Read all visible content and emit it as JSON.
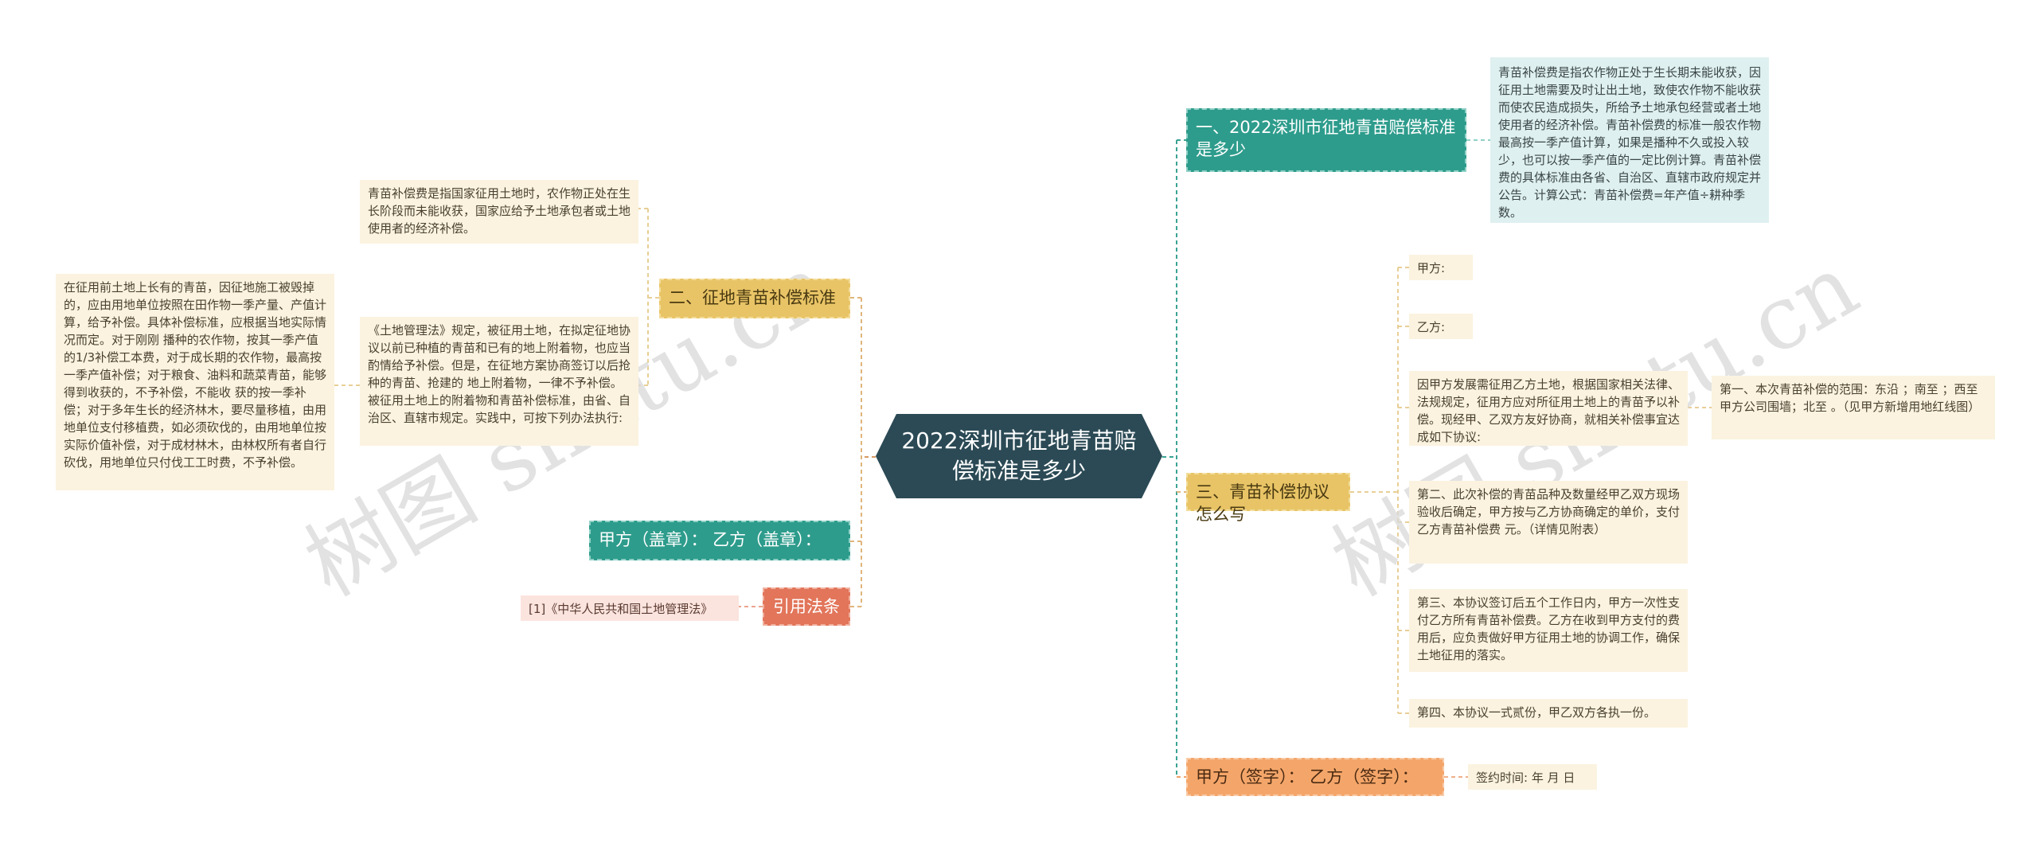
{
  "root": {
    "title": "2022深圳市征地青苗赔偿标准是多少"
  },
  "watermark": {
    "left": "树图 shutu.cn",
    "right": "树图 shutu.cn"
  },
  "left": {
    "branch2": {
      "label": "二、征地青苗补偿标准",
      "leaf_top": "青苗补偿费是指国家征用土地时，农作物正处在生长阶段而未能收获，国家应给予土地承包者或土地使用者的经济补偿。",
      "leaf_law": "《土地管理法》规定，被征用土地，在拟定征地协议以前已种植的青苗和已有的地上附着物，也应当酌情给予补偿。但是，在征地方案协商签订以后抢种的青苗、抢建的 地上附着物，一律不予补偿。被征用土地上的附着物和青苗补偿标准，由省、自治区、直辖市规定。实践中，可按下列办法执行:",
      "leaf_rule": "在征用前土地上长有的青苗，因征地施工被毁掉的，应由用地单位按照在田作物一季产量、产值计算，给予补偿。具体补偿标准，应根据当地实际情况而定。对于刚刚 播种的农作物，按其一季产值的1/3补偿工本费，对于成长期的农作物，最高按一季产值补偿；对于粮食、油料和蔬菜青苗，能够得到收获的，不予补偿，不能收 获的按一季补偿；对于多年生长的经济林木，要尽量移植，由用地单位支付移植费，如必须砍伐的，由用地单位按实际价值补偿，对于成材林木，由林权所有者自行 砍伐，用地单位只付伐工工时费，不予补偿。"
    },
    "seal": {
      "label": "甲方（盖章）：  乙方（盖章）："
    },
    "cite": {
      "label": "引用法条",
      "leaf": "[1]《中华人民共和国土地管理法》"
    }
  },
  "right": {
    "branch1": {
      "label": "一、2022深圳市征地青苗赔偿标准是多少",
      "leaf": "青苗补偿费是指农作物正处于生长期未能收获，因征用土地需要及时让出土地，致使农作物不能收获而使农民造成损失，所给予土地承包经营或者土地使用者的经济补偿。青苗补偿费的标准一般农作物最高按一季产值计算，如果是播种不久或投入较少，也可以按一季产值的一定比例计算。青苗补偿费的具体标准由各省、自治区、直辖市政府规定并公告。计算公式：青苗补偿费=年产值÷耕种季数。"
    },
    "branch3": {
      "label": "三、青苗补偿协议怎么写",
      "party_a": "甲方:",
      "party_b": "乙方:",
      "intro": "因甲方发展需征用乙方土地，根据国家相关法律、法规规定，征用方应对所征用土地上的青苗予以补偿。现经甲、乙双方友好协商，就相关补偿事宜达成如下协议:",
      "clause1": "第一、本次青苗补偿的范围：东沿 ；南至 ；西至甲方公司围墙；北至 。（见甲方新增用地红线图）",
      "clause2": "第二、此次补偿的青苗品种及数量经甲乙双方现场验收后确定，甲方按与乙方协商确定的单价，支付乙方青苗补偿费 元。（详情见附表）",
      "clause3": "第三、本协议签订后五个工作日内，甲方一次性支付乙方所有青苗补偿费。乙方在收到甲方支付的费用后，应负责做好甲方征用土地的协调工作，确保土地征用的落实。",
      "clause4": "第四、本协议一式贰份，甲乙双方各执一份。"
    },
    "sign": {
      "label": "甲方（签字）：  乙方（签字）：",
      "date": "签约时间:  年 月 日"
    }
  },
  "colors": {
    "root": "#2b4a55",
    "teal": "#2e9c8c",
    "yellow": "#e8c466",
    "orange": "#f4a66a",
    "red": "#e2755a",
    "leaf": "#fbf3e0",
    "leaf_blue": "#dff0f0"
  }
}
